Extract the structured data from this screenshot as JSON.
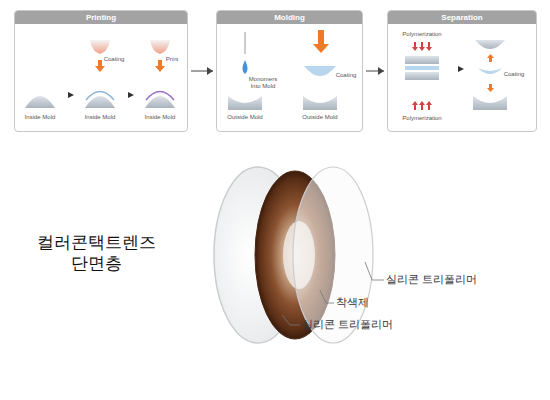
{
  "diagram": {
    "nodes": [
      {
        "text": [
          "Printing"
        ]
      },
      {
        "text": [
          "Molding"
        ]
      },
      {
        "text": [
          "Separation"
        ]
      }
    ],
    "edges": [
      {
        "from": 0,
        "to": 1,
        "arrow": "to"
      },
      {
        "from": 1,
        "to": 2,
        "arrow": "to"
      }
    ],
    "labels": [
      "Inside Mold",
      "Coating",
      "Print",
      "Inside Mold",
      "Inside Mold",
      "Monomers Into Mold",
      "Outside Mold",
      "Coating",
      "Outside Mold",
      "Polymerization",
      "Polymerization",
      "Coating",
      "컬러콘택트렌즈 단면층",
      "실리콘 트리폴리머",
      "착색제",
      "실리콘 트리폴리머"
    ]
  }
}
